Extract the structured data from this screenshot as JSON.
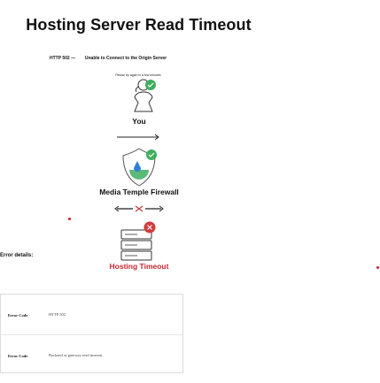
{
  "page": {
    "title": "Hosting Server Read Timeout",
    "error_code": "HTTP 502",
    "error_summary": "Unable to Connect to the Origin Server",
    "hint": "Please try again in a few minutes"
  },
  "path": {
    "you": {
      "label": "You",
      "status": "ok"
    },
    "firewall": {
      "label": "Media Temple Firewall",
      "status": "ok"
    },
    "hosting": {
      "label": "Hosting Timeout",
      "status": "error"
    }
  },
  "details": {
    "label": "Error details:",
    "rows": [
      {
        "key": "Error Code",
        "value": "HTTP 502"
      },
      {
        "key": "Error Code",
        "value": "Backend or gateway read timeout"
      }
    ]
  },
  "colors": {
    "ok": "#3fae5f",
    "error": "#d23b3b",
    "accent_red": "#c7272f"
  }
}
